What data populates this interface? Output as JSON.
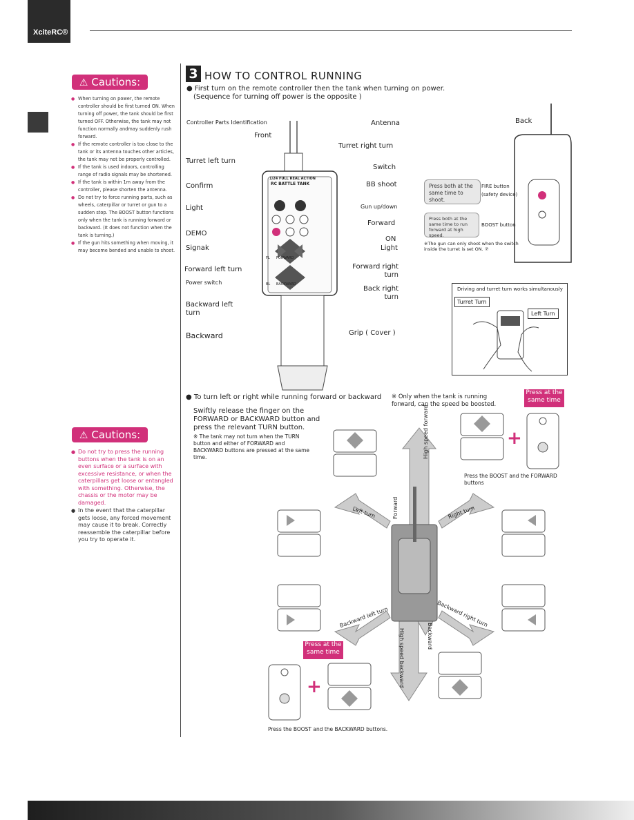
{
  "brand": {
    "logo_text": "XciteRC®"
  },
  "caution1": {
    "title": "Cautions:",
    "items": [
      "When turning on power, the remote controller should be first turned ON. When turning off power, the tank should be first turned OFF. Otherwise, the tank may not function normally andmay suddenly rush forward.",
      "If the remote controller is too close to the tank or its antenna touches other articles, the tank may not be properly controlled.",
      "If the tank is used indoors, controlling range of radio signals may be shortened.",
      "If the tank is within 1m away from the controller, please shorten the antenna.",
      "Do not try to force running parts, such as wheels, caterpillar or turret or gun to a sudden stop. The BOOST button functions only when the tank is running forward or backward. (It does not function when the tank is turning.)",
      "If the gun hits something when moving, it may become bended and unable to shoot."
    ]
  },
  "caution2": {
    "title": "Cautions:",
    "items": [
      "Do not try to press the running buttons when the tank is on an even surface or a surface with excessive resistance, or when the caterpillars get loose or entangled with something. Otherwise, the chassis or the motor may be damaged.",
      "In the event that the caterpillar gets loose, any forced movement may cause it to break. Correctly reassemble the caterpillar before you try to operate it."
    ]
  },
  "section": {
    "number": "3",
    "title": "HOW TO CONTROL RUNNING",
    "intro_line1": "● First turn on the remote controller then the tank when turning on power.",
    "intro_line2": "(Sequence for turning off power is the opposite )"
  },
  "controller": {
    "heading": "Controller Parts Identification",
    "front": "Front",
    "back": "Back",
    "label_on_device_1": "1/24 FULL REAL ACTION",
    "label_on_device_2": "RC BATTLE TANK",
    "fl": "FL",
    "forward": "FORWARD",
    "bl": "BL",
    "backward": "BACKWARD",
    "left_labels": {
      "turret_left": "Turret left turn",
      "confirm": "Confirm",
      "light": "Light",
      "demo": "DEMO",
      "signal": "Signak",
      "forward_left": "Forward left turn",
      "power": "Power switch",
      "backward_left": "Backward left turn",
      "backward": "Backward"
    },
    "right_labels": {
      "antenna": "Antenna",
      "turret_right": "Turret right turn",
      "switch": "Switch",
      "bb_shoot": "BB shoot",
      "gun_updown": "Gun up/down",
      "forward": "Forward",
      "on": "ON",
      "light": "Light",
      "forward_right": "Forward right turn",
      "back_right": "Back right turn",
      "grip": "Grip ( Cover )"
    }
  },
  "back_view": {
    "press_fire": "Press both at the same time to shoot.",
    "fire_button": "FIRE button",
    "safety": "(safety device)",
    "press_boost": "Press both at the same time to run forward at high speed.",
    "boost_button": "BOOST button",
    "note": "※The gun can only shoot when the switch inside the turret is set ON. ⑦"
  },
  "simultaneous": {
    "title": "Driving and turret turn works simultanously",
    "turret_turn": "Turret Turn",
    "left_turn": "Left Turn"
  },
  "turning": {
    "heading": "● To turn left or right while running forward or backward",
    "instr1": "Swiftly release the finger on the",
    "instr2": "FORWARD or BACKWARD button and",
    "instr3": "press the relevant TURN button.",
    "note": "※ The tank may not turn when the TURN button and either of FORWARD and BACKWARD buttons are pressed at the same time.",
    "boost_note": "※ Only when the tank is running forward, can the speed be boosted.",
    "press_same": "Press at the same time",
    "boost_forward": "Press the BOOST and the FORWARD buttons",
    "boost_backward": "Press the BOOST and the BACKWARD buttons.",
    "arrows": {
      "high_forward": "High speed forward",
      "forward": "Forward",
      "left": "Left turn",
      "right": "Right turn",
      "back_left": "Backward left turn",
      "back_right": "Backward right turn",
      "backward": "Backward",
      "high_backward": "High speed backward"
    },
    "plus": "+"
  }
}
